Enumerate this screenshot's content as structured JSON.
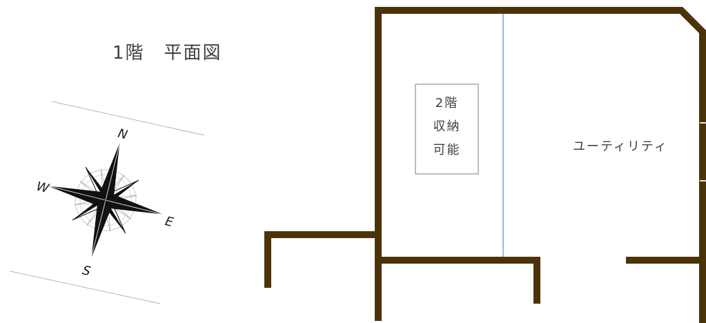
{
  "title": "1階　平面図",
  "compass": {
    "north": "N",
    "west": "W",
    "east": "E",
    "south": "S"
  },
  "floor_plan": {
    "storage_note": [
      "2階",
      "収納",
      "可能"
    ],
    "room_label": "ユーティリティ"
  },
  "colors": {
    "wall": "#4b3209",
    "guide_line": "#5b9bd5",
    "note_border": "#a6a6a6",
    "compass_ink": "#111111"
  }
}
